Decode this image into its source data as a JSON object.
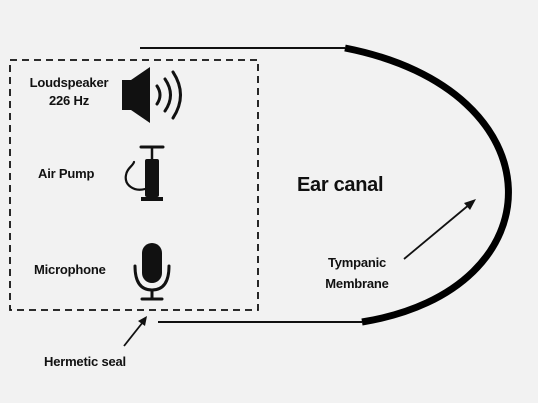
{
  "labels": {
    "loudspeaker": "Loudspeaker",
    "frequency": "226 Hz",
    "air_pump": "Air Pump",
    "microphone": "Microphone",
    "ear_canal": "Ear canal",
    "tympanic": "Tympanic",
    "membrane": "Membrane",
    "hermetic_seal": "Hermetic seal"
  },
  "icons": [
    "speaker-icon",
    "air-pump-icon",
    "microphone-icon"
  ],
  "colors": {
    "background": "#f2f2f2",
    "ink": "#111111"
  }
}
